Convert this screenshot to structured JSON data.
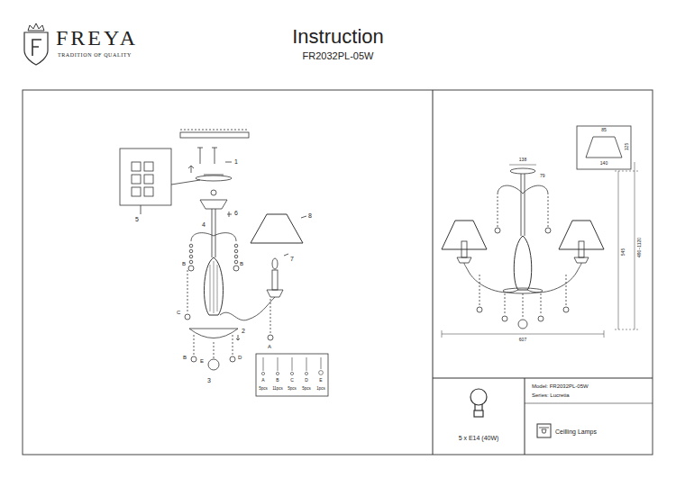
{
  "diagram": {
    "title": "Instruction",
    "nodes": [
      {
        "text": [
          "5 x E14 (40W)"
        ]
      },
      {
        "text": [
          "Model: FR2032PL-05W",
          "Series: Lucretia",
          "Ceilling Lamps"
        ]
      }
    ],
    "labels": [
      "FREYA",
      "TRADITION OF QUALITY",
      "FR2032PL-05W",
      "1",
      "5",
      "4",
      "6",
      "8",
      "7",
      "2",
      "3",
      "B",
      "B",
      "C",
      "B",
      "D",
      "A",
      "E",
      "A",
      "B",
      "C",
      "D",
      "E",
      "5pcs",
      "11pcs",
      "5pcs",
      "5pcs",
      "1pcs",
      "138",
      "79",
      "85",
      "125",
      "140",
      "607",
      "490~1120",
      "545"
    ]
  }
}
